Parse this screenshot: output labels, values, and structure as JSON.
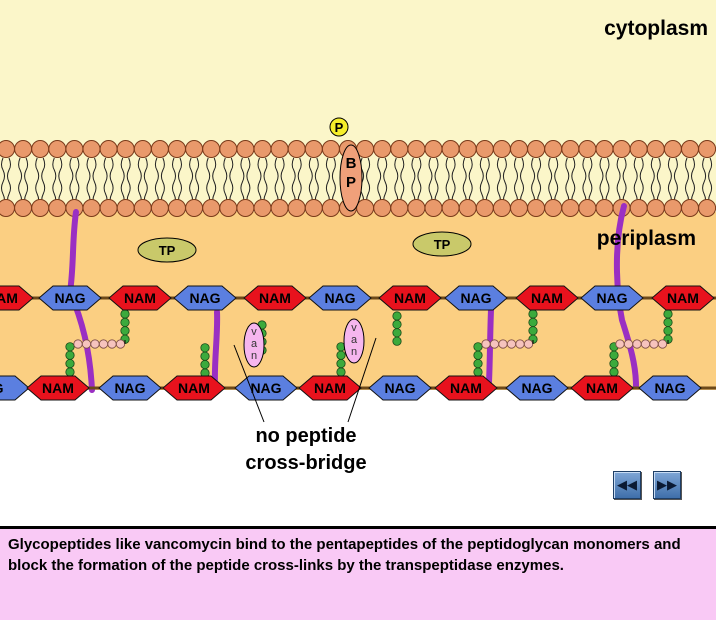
{
  "labels": {
    "cytoplasm": "cytoplasm",
    "periplasm": "periplasm",
    "no_cross_bridge": [
      "no peptide",
      "cross-bridge"
    ],
    "bp": [
      "B",
      "P"
    ],
    "phosphate": "P",
    "tp": "TP",
    "van": [
      "v",
      "a",
      "n"
    ]
  },
  "chain_top": [
    "NAM",
    "NAG",
    "NAM",
    "NAG",
    "NAM",
    "NAG",
    "NAM",
    "NAG",
    "NAM",
    "NAG",
    "NAM"
  ],
  "chain_bottom": [
    "G",
    "NAM",
    "NAG",
    "NAM",
    "NAG",
    "NAM",
    "NAG",
    "NAM",
    "NAG",
    "NAM",
    "NAG"
  ],
  "caption": "Glycopeptides like vancomycin  bind to the pentapeptides of the peptidoglycan monomers and block the formation of the peptide cross-links by the transpeptidase enzymes.",
  "nav": {
    "rewind_icon": "rewind-icon",
    "forward_icon": "fast-forward-icon"
  },
  "colors": {
    "cytoplasm": "#fbf6c9",
    "periplasm": "#fbcf82",
    "lipid_head": "#e9996b",
    "nam": "#e8121d",
    "nag": "#5b7fe0",
    "bridge_amino_acid": "#f6c3bd",
    "side_amino_acid": "#3caa3c",
    "anchor": "#9a2fc3",
    "tp": "#c9c96a",
    "van": "#f6b6ee",
    "bp": "#f0a07a",
    "phosphate": "#f5ee2a",
    "caption_bg": "#f9c9f5",
    "nav_button": "#5a88c3"
  }
}
